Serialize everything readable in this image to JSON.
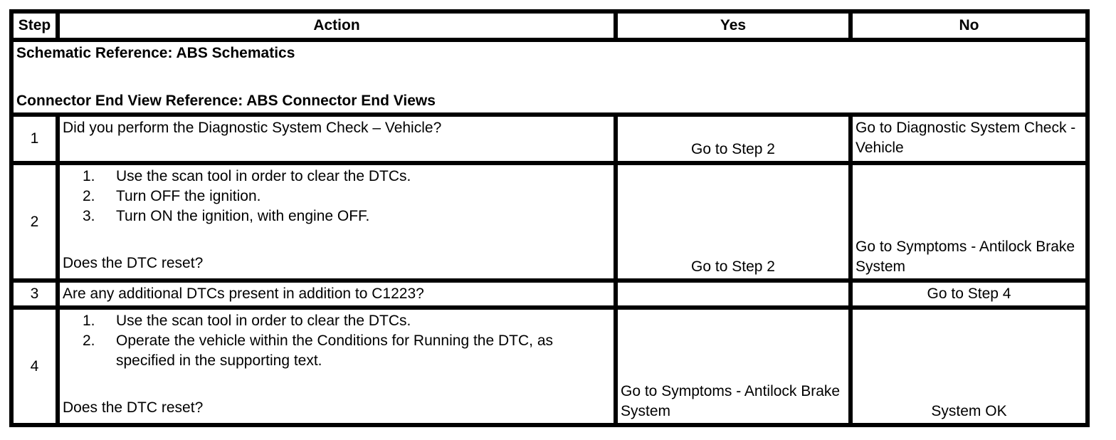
{
  "table": {
    "headers": {
      "step": "Step",
      "action": "Action",
      "yes": "Yes",
      "no": "No"
    },
    "reference": {
      "schematic": "Schematic Reference: ABS Schematics",
      "connector": "Connector End View Reference: ABS Connector End Views"
    },
    "rows": [
      {
        "step": "1",
        "question": "Did you perform the Diagnostic System Check – Vehicle?",
        "yes": "Go to Step 2",
        "no": "Go to Diagnostic System Check - Vehicle"
      },
      {
        "step": "2",
        "list": [
          {
            "num": "1.",
            "text": "Use the scan tool in order to clear the DTCs."
          },
          {
            "num": "2.",
            "text": "Turn OFF the ignition."
          },
          {
            "num": "3.",
            "text": "Turn ON the ignition, with engine OFF."
          }
        ],
        "question": "Does the DTC reset?",
        "yes": "Go to Step 2",
        "no": "Go to Symptoms - Antilock Brake System"
      },
      {
        "step": "3",
        "question": "Are any additional DTCs present in addition to C1223?",
        "yes": "",
        "no": "Go to Step 4"
      },
      {
        "step": "4",
        "list": [
          {
            "num": "1.",
            "text": "Use the scan tool in order to clear the DTCs."
          },
          {
            "num": "2.",
            "text": "Operate the vehicle within the Conditions for Running the DTC, as specified in the supporting text."
          }
        ],
        "question": "Does the DTC reset?",
        "yes": "Go to Symptoms - Antilock Brake System",
        "no": "System OK"
      }
    ]
  },
  "colors": {
    "border": "#000000",
    "text": "#000000",
    "background": "#ffffff"
  }
}
